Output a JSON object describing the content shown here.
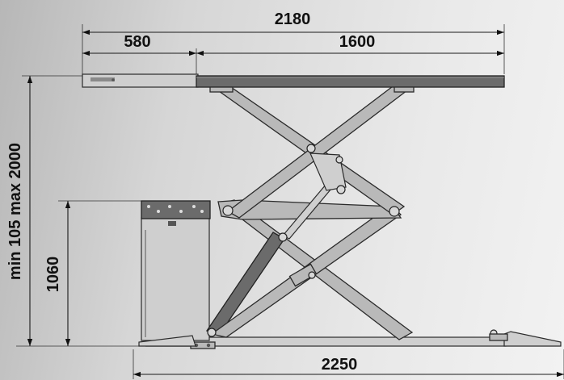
{
  "dimensions": {
    "overall_width": "2180",
    "extension_length": "580",
    "platform_length": "1600",
    "base_length": "2250",
    "height_range": "min 105 max 2000",
    "control_unit_height": "1060"
  }
}
